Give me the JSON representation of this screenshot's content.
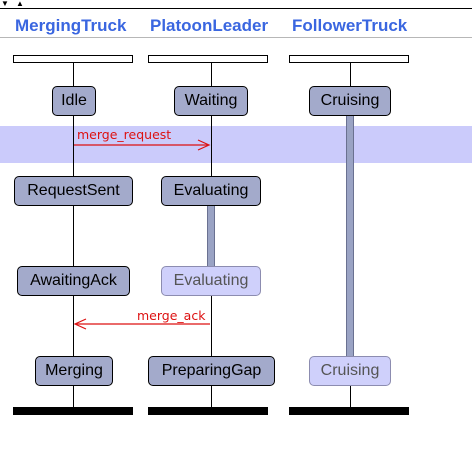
{
  "lanes": [
    {
      "title": "MergingTruck"
    },
    {
      "title": "PlatoonLeader"
    },
    {
      "title": "FollowerTruck"
    }
  ],
  "states": {
    "merging_truck": [
      "Idle",
      "RequestSent",
      "AwaitingAck",
      "Merging"
    ],
    "platoon_leader": [
      "Waiting",
      "Evaluating",
      "Evaluating",
      "PreparingGap"
    ],
    "follower_truck": [
      "Cruising",
      "Cruising"
    ]
  },
  "messages": [
    {
      "label": "merge_request",
      "from": "MergingTruck",
      "to": "PlatoonLeader"
    },
    {
      "label": "merge_ack",
      "from": "PlatoonLeader",
      "to": "MergingTruck"
    }
  ],
  "colors": {
    "title": "#3a66e0",
    "state_fill": "#a3aacb",
    "state_ghost_fill": "#cfd0fb",
    "band": "#cbcbfb",
    "message": "#dd1111"
  }
}
